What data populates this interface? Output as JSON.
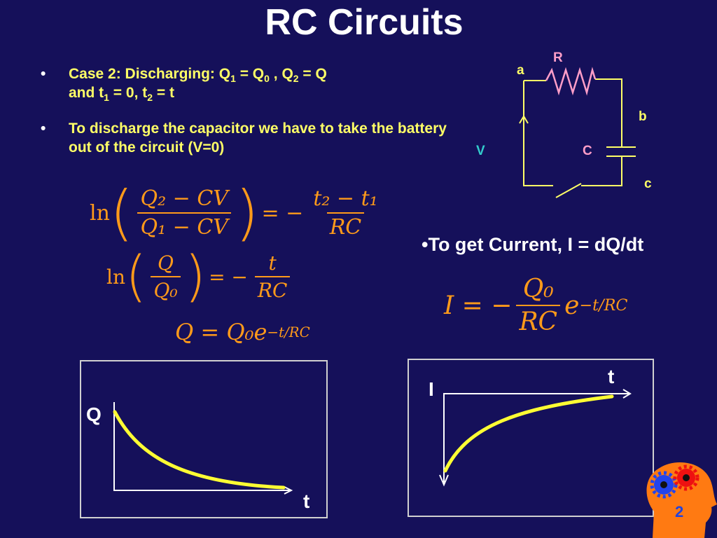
{
  "slide": {
    "title": "RC Circuits",
    "page_number": "2",
    "bullet_marker": "•"
  },
  "bullets": [
    {
      "line1_pre": "Case 2: Discharging: Q",
      "line1_sub1": "1",
      "line1_mid": " = Q",
      "line1_sub2": "0",
      "line1_post": " , Q",
      "line1_sub3": "2",
      "line1_end": " = Q",
      "line2_pre": "and t",
      "line2_sub1": "1",
      "line2_mid": " = 0, t",
      "line2_sub2": "2",
      "line2_end": " = t"
    },
    {
      "text": "To discharge the capacitor we have to take the battery out of the circuit (V=0)"
    }
  ],
  "equations": {
    "eq1": {
      "ln": "ln",
      "lparen": "(",
      "rparen": ")",
      "num": "Q₂ − CV",
      "den": "Q₁ − CV",
      "eq_sign": "= −",
      "rhs_num": "t₂ − t₁",
      "rhs_den": "RC"
    },
    "eq2": {
      "ln": "ln",
      "lparen": "(",
      "rparen": ")",
      "num": "Q",
      "den": "Q₀",
      "eq_sign": "= −",
      "rhs_num": "t",
      "rhs_den": "RC"
    },
    "eq3": {
      "lhs": "Q = Q₀e",
      "exp": "−t/RC"
    },
    "current": {
      "bullet": "•To get Current, I = dQ/dt",
      "lhs": "I = −",
      "num": "Q₀",
      "den": "RC",
      "base": "e",
      "exp": "−t/RC"
    }
  },
  "circuit": {
    "labels": {
      "R": "R",
      "a": "a",
      "b": "b",
      "V": "V",
      "C": "C",
      "c": "c"
    },
    "colors": {
      "wire": "#ffff66",
      "resistor": "#ff9ec8",
      "label_R": "#ff9ec8",
      "label_V": "#33cccc",
      "label_C": "#ff9ec8",
      "label_abc": "#ffff66"
    }
  },
  "graphs": {
    "left": {
      "y_label": "Q",
      "x_label": "t"
    },
    "right": {
      "y_label": "I",
      "x_label": "t"
    },
    "curve_color": "#ffff33"
  }
}
